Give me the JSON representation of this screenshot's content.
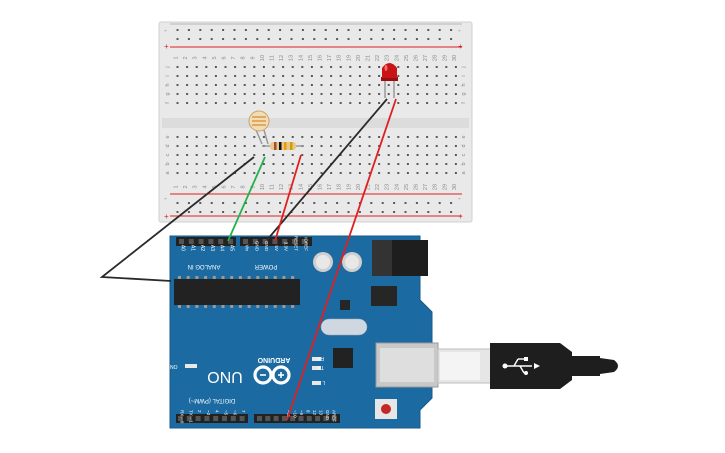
{
  "breadboard": {
    "columns": [
      "1",
      "2",
      "3",
      "4",
      "5",
      "6",
      "7",
      "8",
      "9",
      "10",
      "11",
      "12",
      "13",
      "14",
      "15",
      "16",
      "17",
      "18",
      "19",
      "20",
      "21",
      "22",
      "23",
      "24",
      "25",
      "26",
      "27",
      "28",
      "29",
      "30"
    ],
    "rows_top": [
      "j",
      "i",
      "h",
      "g",
      "f"
    ],
    "rows_bottom": [
      "e",
      "d",
      "c",
      "b",
      "a"
    ],
    "plus": "+",
    "minus": "-"
  },
  "arduino": {
    "brand": "ARDUINO",
    "model": "UNO",
    "analog_header": "ANALOG IN",
    "power_header": "POWER",
    "digital_header": "DIGITAL (PWM~)",
    "analog_pins": [
      "A0",
      "A1",
      "A2",
      "A3",
      "A4",
      "A5"
    ],
    "power_pins": [
      "Vin",
      "GND",
      "GND",
      "5V",
      "3.3V",
      "RESET",
      "IOREF"
    ],
    "digital_pins_a": [
      "~11",
      "~10",
      "~9",
      "8",
      "12",
      "13",
      "GND",
      "AREF"
    ],
    "digital_pins_b": [
      "RX←0",
      "TX→1",
      "2",
      "~3",
      "4",
      "~5",
      "~6",
      "7"
    ],
    "led_on": "ON",
    "led_rx": "RX",
    "led_tx": "TX",
    "led_l": "L"
  },
  "colors": {
    "board_blue": "#1b6aa1",
    "wire_black": "#2a2a2a",
    "wire_red": "#e02020",
    "wire_green": "#22b14c",
    "led_red": "#c81414"
  }
}
